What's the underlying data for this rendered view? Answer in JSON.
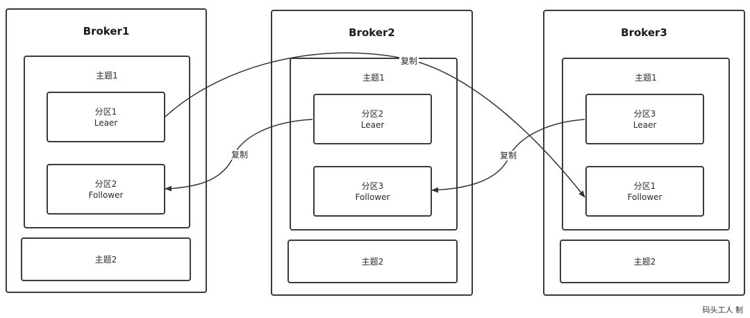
{
  "brokers": [
    {
      "name": "Broker1",
      "topic1": {
        "title": "主题1",
        "leader": {
          "name": "分区1",
          "role": "Leaer"
        },
        "follower": {
          "name": "分区2",
          "role": "Follower"
        }
      },
      "topic2": "主题2"
    },
    {
      "name": "Broker2",
      "topic1": {
        "title": "主题1",
        "leader": {
          "name": "分区2",
          "role": "Leaer"
        },
        "follower": {
          "name": "分区3",
          "role": "Follower"
        }
      },
      "topic2": "主题2"
    },
    {
      "name": "Broker3",
      "topic1": {
        "title": "主题1",
        "leader": {
          "name": "分区3",
          "role": "Leaer"
        },
        "follower": {
          "name": "分区1",
          "role": "Follower"
        }
      },
      "topic2": "主题2"
    }
  ],
  "replication": {
    "label_b1_to_b3": "复制",
    "label_b2_to_b1": "复制",
    "label_b3_to_b2": "复制"
  },
  "watermark": "码头工人 制",
  "colors": {
    "border": "#3a3a3a",
    "arrow": "#3a3a3a",
    "background": "#ffffff"
  }
}
